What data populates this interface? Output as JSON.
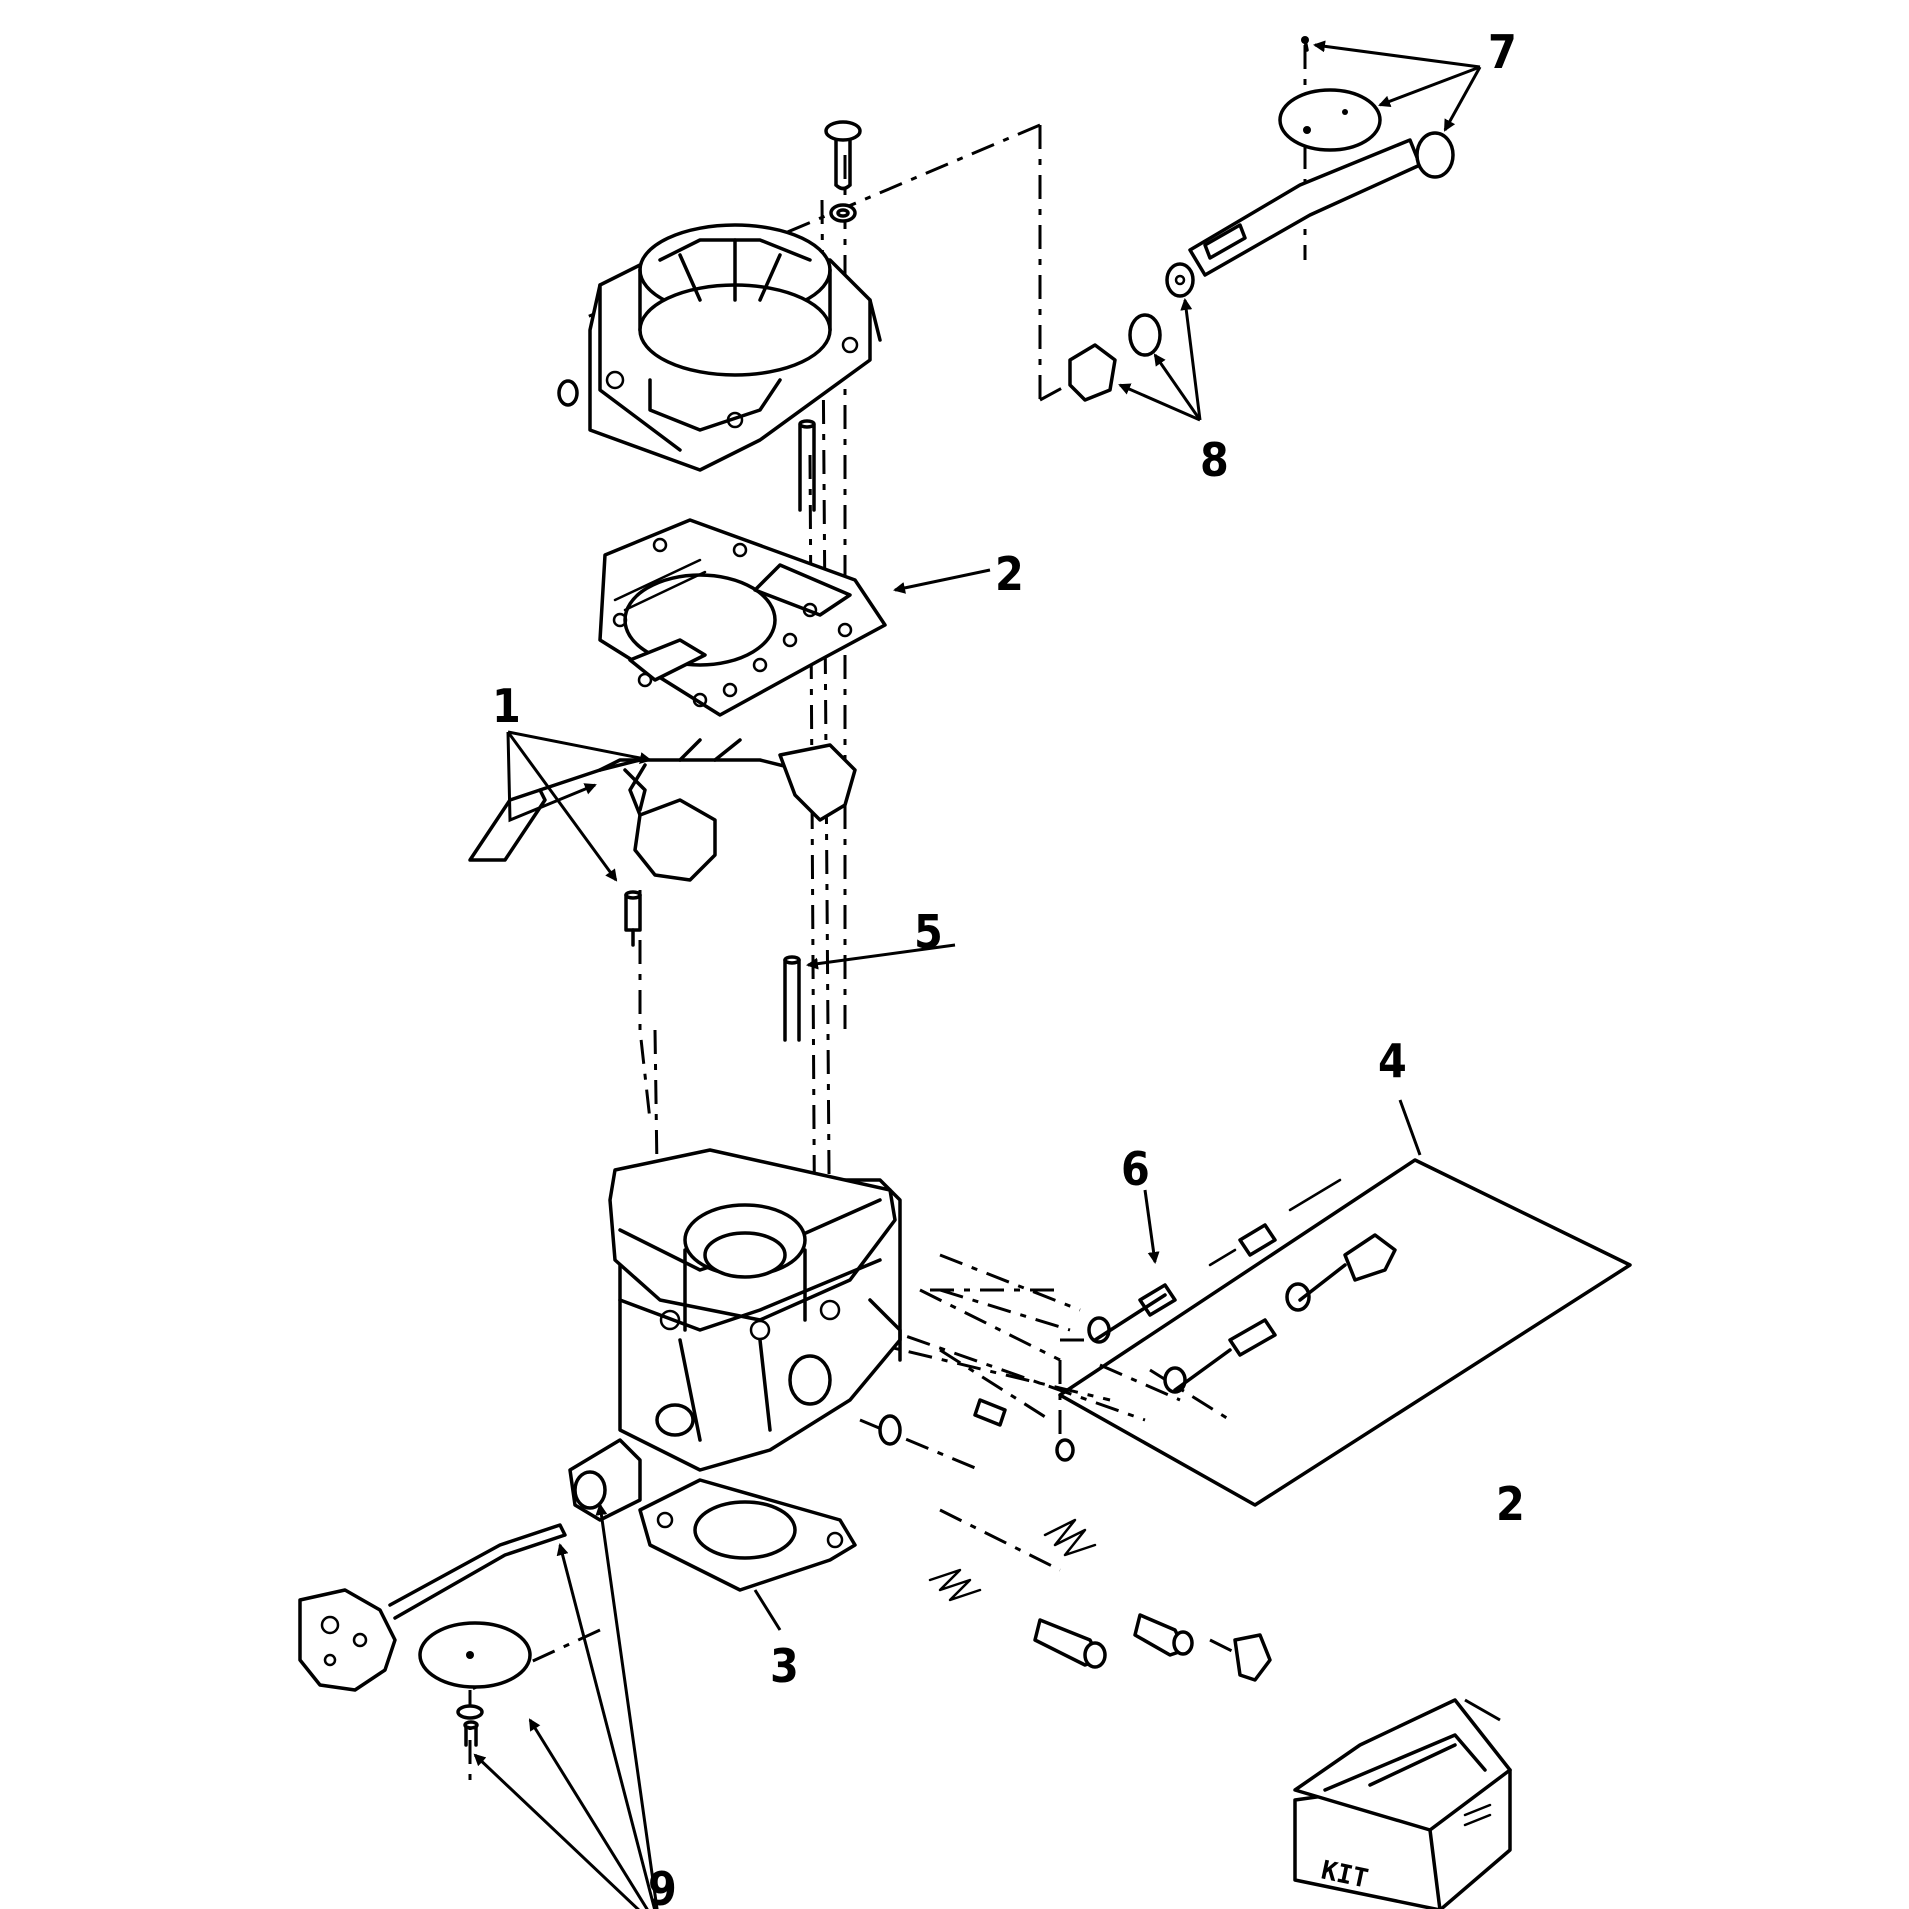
{
  "callouts": {
    "c1": "1",
    "c2": "2",
    "c2b": "2",
    "c3": "3",
    "c4": "4",
    "c5": "5",
    "c6": "6",
    "c7": "7",
    "c8": "8",
    "c9": "9"
  },
  "kit_box_text": "KIT"
}
